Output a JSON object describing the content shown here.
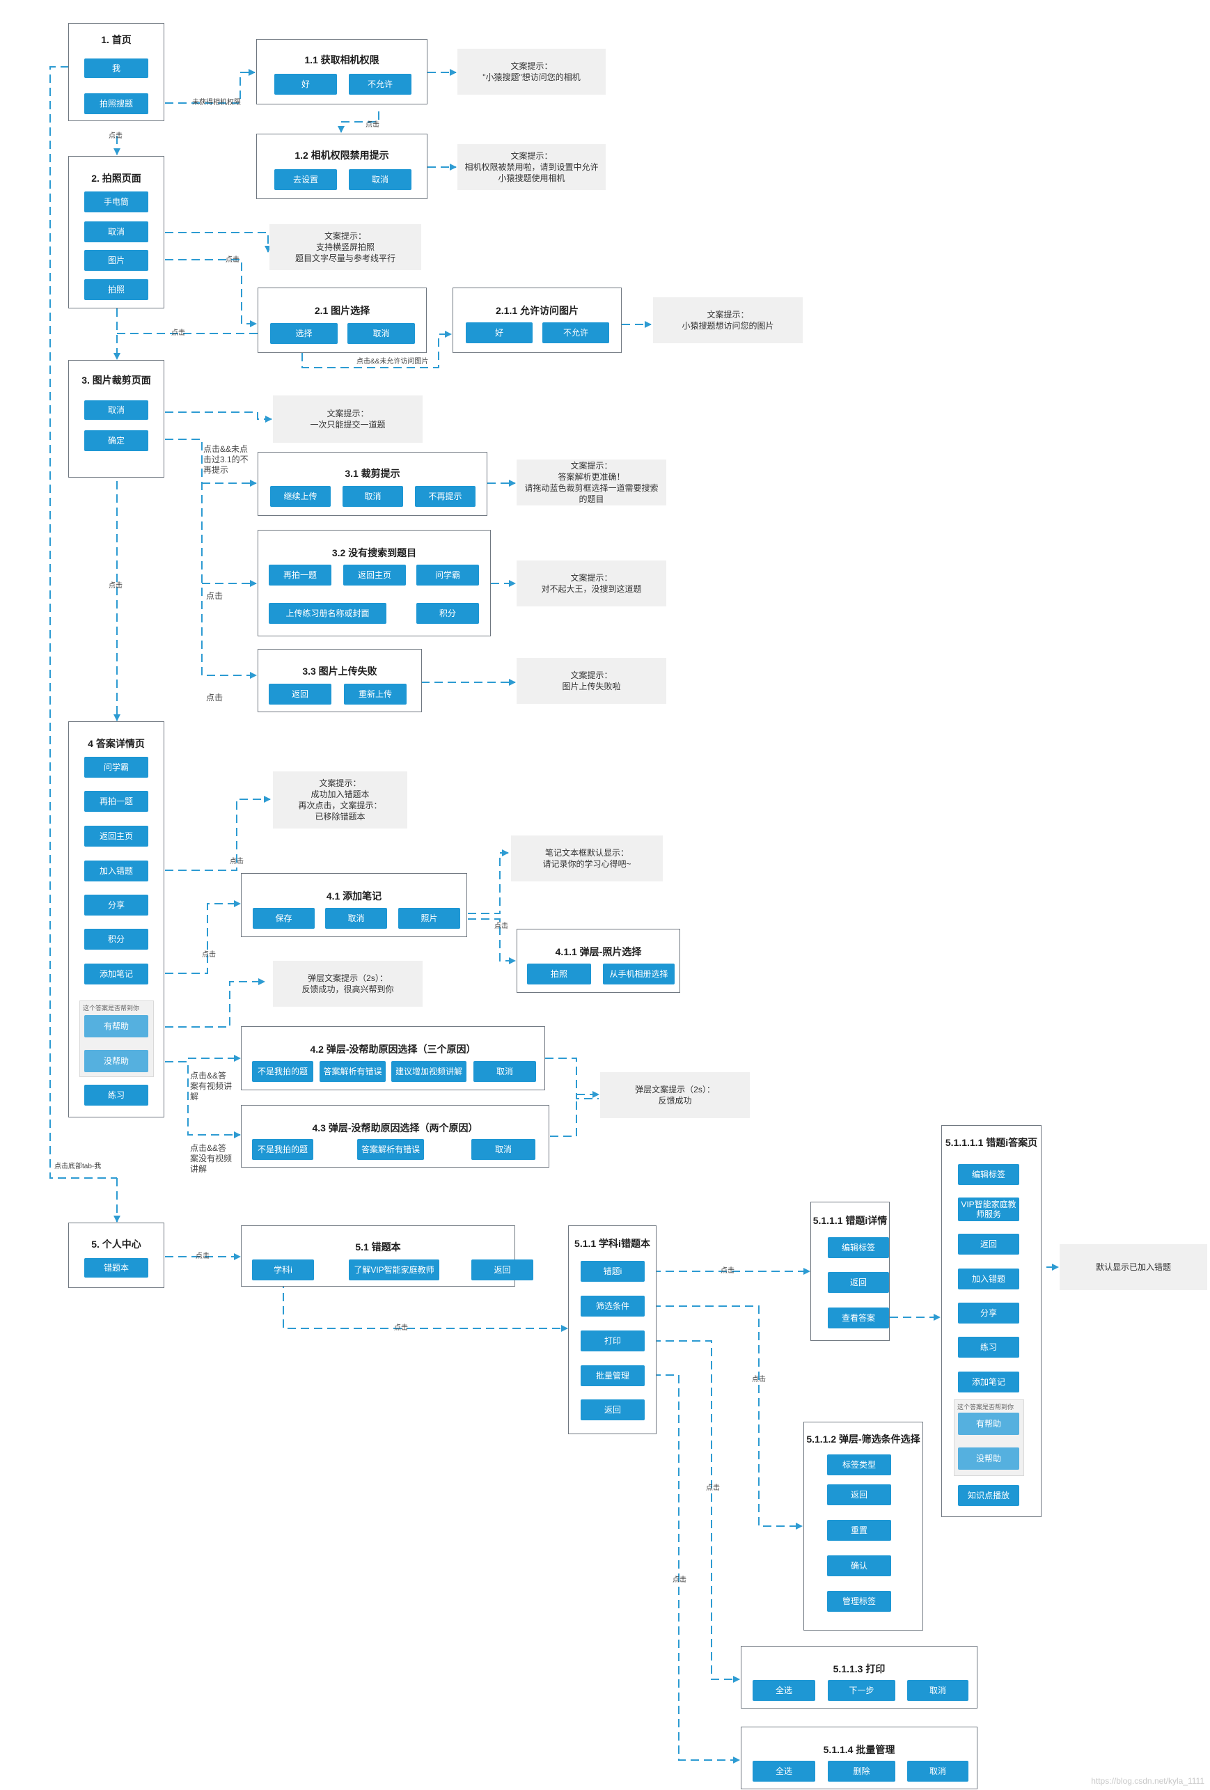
{
  "home": {
    "title": "1. 首页",
    "btn_me": "我",
    "btn_photo": "拍照搜题"
  },
  "perm": {
    "title": "1.1 获取相机权限",
    "ok": "好",
    "deny": "不允许"
  },
  "perm_note": {
    "l1": "文案提示：",
    "l2": "\"小猿搜题\"想访问您的相机"
  },
  "banned": {
    "title": "1.2 相机权限禁用提示",
    "go": "去设置",
    "cancel": "取消"
  },
  "banned_note": {
    "l1": "文案提示：",
    "l2": "相机权限被禁用啦，请到设置中允许",
    "l3": "小猿搜题使用相机"
  },
  "photo": {
    "title": "2. 拍照页面",
    "flash": "手电筒",
    "cancel": "取消",
    "pic": "图片",
    "shoot": "拍照"
  },
  "photo_note": {
    "l1": "文案提示：",
    "l2": "支持横竖屏拍照",
    "l3": "题目文字尽量与参考线平行"
  },
  "pic_sel": {
    "title": "2.1 图片选择",
    "choose": "选择",
    "cancel": "取消"
  },
  "allow_pic": {
    "title": "2.1.1 允许访问图片",
    "ok": "好",
    "deny": "不允许"
  },
  "allow_pic_note": {
    "l1": "文案提示：",
    "l2": "小猿搜题想访问您的图片"
  },
  "crop": {
    "title": "3. 图片裁剪页面",
    "cancel": "取消",
    "confirm": "确定"
  },
  "crop_note": {
    "l1": "文案提示：",
    "l2": "一次只能提交一道题"
  },
  "crop_tip": {
    "title": "3.1 裁剪提示",
    "cont": "继续上传",
    "cancel": "取消",
    "never": "不再提示"
  },
  "crop_tip_note": {
    "l1": "文案提示：",
    "l2": "答案解析更准确！",
    "l3": "请拖动蓝色裁剪框选择一道需要搜索",
    "l4": "的题目"
  },
  "not_found": {
    "title": "3.2 没有搜索到题目",
    "retake": "再拍一题",
    "home": "返回主页",
    "ask": "问学霸",
    "upload": "上传练习册名称或封面",
    "points": "积分"
  },
  "not_found_note": {
    "l1": "文案提示：",
    "l2": "对不起大王，没搜到这道题"
  },
  "upload_fail": {
    "title": "3.3 图片上传失败",
    "back": "返回",
    "reupload": "重新上传"
  },
  "upload_fail_note": {
    "l1": "文案提示：",
    "l2": "图片上传失败啦"
  },
  "answer": {
    "title": "4 答案详情页",
    "ask": "问学霸",
    "retake": "再拍一题",
    "home": "返回主页",
    "add_wrong": "加入错题",
    "share": "分享",
    "points": "积分",
    "add_note": "添加笔记",
    "group_title": "这个答案是否帮到你",
    "helpful": "有帮助",
    "not_helpful": "没帮助",
    "practice": "练习"
  },
  "wrong_note": {
    "l1": "文案提示：",
    "l2": "成功加入错题本",
    "l3": "再次点击，文案提示：",
    "l4": "已移除错题本"
  },
  "add_note_box": {
    "title": "4.1 添加笔记",
    "save": "保存",
    "cancel": "取消",
    "photo": "照片"
  },
  "note_default": {
    "l1": "笔记文本框默认显示：",
    "l2": "请记录你的学习心得吧~"
  },
  "photo_sel": {
    "title": "4.1.1 弹层-照片选择",
    "shoot": "拍照",
    "album": "从手机相册选择"
  },
  "fb_note": {
    "l1": "弹层文案提示（2s）：",
    "l2": "反馈成功，很高兴帮到你"
  },
  "reason3": {
    "title": "4.2 弹层-没帮助原因选择（三个原因）",
    "r1": "不是我拍的题",
    "r2": "答案解析有错误",
    "r3": "建议增加视频讲解",
    "cancel": "取消"
  },
  "reason2": {
    "title": "4.3 弹层-没帮助原因选择（两个原因）",
    "r1": "不是我拍的题",
    "r2": "答案解析有错误",
    "cancel": "取消"
  },
  "reason_note": {
    "l1": "弹层文案提示（2s）：",
    "l2": "反馈成功"
  },
  "center": {
    "title": "5. 个人中心",
    "wrong_book": "错题本"
  },
  "wrong_book": {
    "title": "5.1 错题本",
    "subject": "学科i",
    "vip": "了解VIP智能家庭教师",
    "back": "返回"
  },
  "subj": {
    "title": "5.1.1 学科i错题本",
    "item": "错题i",
    "filter": "筛选条件",
    "print": "打印",
    "batch": "批量管理",
    "back": "返回"
  },
  "detail": {
    "title": "5.1.1.1 错题i详情",
    "edit": "编辑标签",
    "back": "返回",
    "view": "查看答案"
  },
  "ans_page": {
    "title": "5.1.1.1.1 错题i答案页",
    "edit": "编辑标签",
    "vip": "VIP智能家庭教师服务",
    "back": "返回",
    "add": "加入错题",
    "share": "分享",
    "practice": "练习",
    "add_note": "添加笔记",
    "group_title": "这个答案是否帮到你",
    "helpful": "有帮助",
    "not_helpful": "没帮助",
    "knowledge": "知识点播放"
  },
  "default_note": {
    "l1": "默认显示已加入错题"
  },
  "filter_box": {
    "title": "5.1.1.2 弹层-筛选条件选择",
    "tag": "标签类型",
    "back": "返回",
    "reset": "重置",
    "confirm": "确认",
    "manage": "管理标签"
  },
  "print_box": {
    "title": "5.1.1.3 打印",
    "all": "全选",
    "next": "下一步",
    "cancel": "取消"
  },
  "batch_box": {
    "title": "5.1.1.4 批量管理",
    "all": "全选",
    "del": "删除",
    "cancel": "取消"
  },
  "labels": {
    "no_cam": "未获得相机权限",
    "click": "点击",
    "click_no_pic": "点击&&未允许访问图片",
    "click_no_tip": "点击&&未点击过3.1的不再提示",
    "click_has_video": "点击&&答案有视频讲解",
    "click_no_video": "点击&&答案没有视频讲解",
    "click_tab": "点击底部tab-我"
  },
  "watermark": "https://blog.csdn.net/kyla_1111",
  "colors": {
    "accent": "#1e97d4",
    "accent_light": "#55b0df",
    "note_bg": "#f0f0f0",
    "line": "#2d9bd2"
  }
}
